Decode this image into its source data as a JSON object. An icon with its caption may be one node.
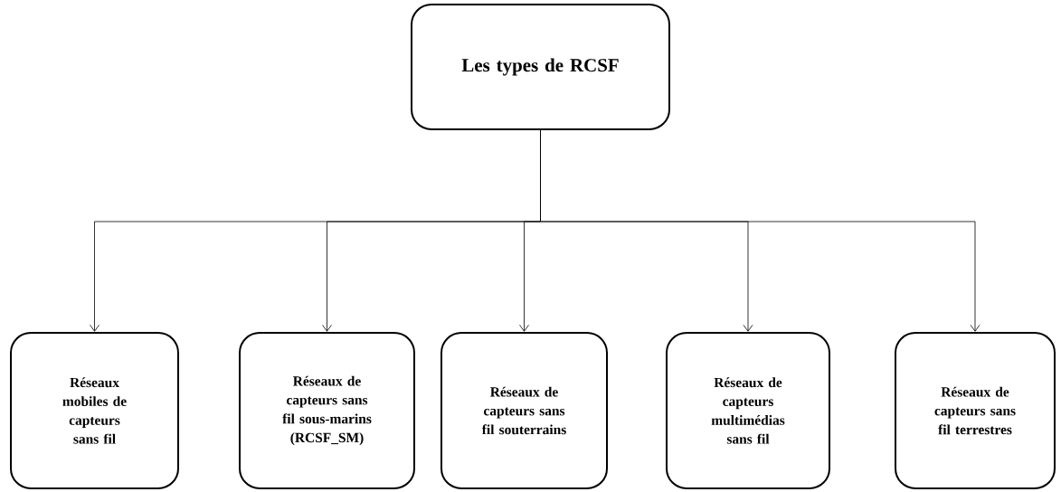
{
  "diagram": {
    "nodes": [
      {
        "text": [
          "Les types de RCSF"
        ]
      },
      {
        "text": [
          "Réseaux mobiles de capteurs sans fil"
        ]
      },
      {
        "text": [
          "Réseaux de capteurs sans fil sous-marins (RCSF_SM)"
        ]
      },
      {
        "text": [
          "Réseaux de capteurs sans fil souterrains"
        ]
      },
      {
        "text": [
          "Réseaux de capteurs multimédias sans fil"
        ]
      },
      {
        "text": [
          "Réseaux de capteurs sans fil terrestres"
        ]
      }
    ],
    "edges": [
      {
        "from": 0,
        "to": 1,
        "arrow": "to"
      },
      {
        "from": 0,
        "to": 2,
        "arrow": "to"
      },
      {
        "from": 0,
        "to": 3,
        "arrow": "to"
      },
      {
        "from": 0,
        "to": 4,
        "arrow": "to"
      },
      {
        "from": 0,
        "to": 5,
        "arrow": "to"
      }
    ]
  }
}
